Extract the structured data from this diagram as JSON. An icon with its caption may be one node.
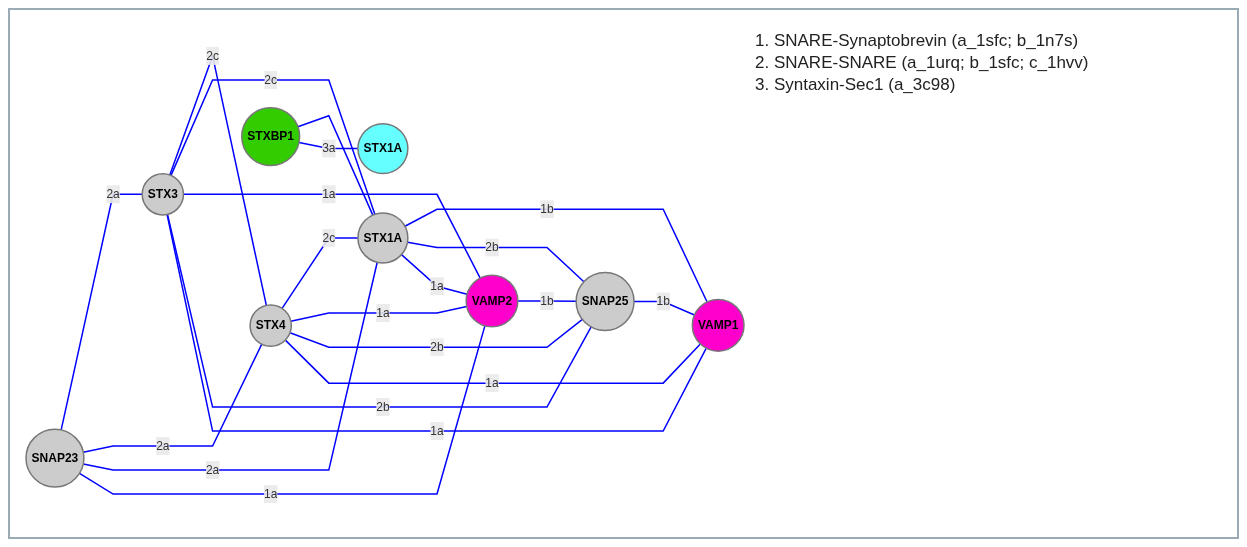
{
  "diagram": {
    "nodes": [
      {
        "text": [
          "SNAP23"
        ]
      },
      {
        "text": [
          "STX3"
        ]
      },
      {
        "text": [
          "STX4"
        ]
      },
      {
        "text": [
          "STXBP1"
        ]
      },
      {
        "text": [
          "STX1A"
        ]
      },
      {
        "text": [
          "STX1A"
        ]
      },
      {
        "text": [
          "VAMP1"
        ]
      },
      {
        "text": [
          "VAMP2"
        ]
      },
      {
        "text": [
          "SNAP25"
        ]
      }
    ],
    "edges": [
      {
        "from": 0,
        "to": 1,
        "arrow": "none",
        "label": "2a"
      },
      {
        "from": 0,
        "to": 2,
        "arrow": "none",
        "label": "2a"
      },
      {
        "from": 0,
        "to": 4,
        "arrow": "none",
        "label": "2a"
      },
      {
        "from": 0,
        "to": 7,
        "arrow": "none",
        "label": "1a"
      },
      {
        "from": 1,
        "to": 2,
        "arrow": "none",
        "label": "2c"
      },
      {
        "from": 1,
        "to": 4,
        "arrow": "none",
        "label": "2c"
      },
      {
        "from": 1,
        "to": 7,
        "arrow": "none",
        "label": "1a"
      },
      {
        "from": 1,
        "to": 8,
        "arrow": "none",
        "label": "2b"
      },
      {
        "from": 1,
        "to": 6,
        "arrow": "none",
        "label": "1a"
      },
      {
        "from": 2,
        "to": 4,
        "arrow": "none",
        "label": "2c"
      },
      {
        "from": 2,
        "to": 7,
        "arrow": "none",
        "label": "1a"
      },
      {
        "from": 2,
        "to": 8,
        "arrow": "none",
        "label": "2b"
      },
      {
        "from": 2,
        "to": 6,
        "arrow": "none",
        "label": "1a"
      },
      {
        "from": 3,
        "to": 4,
        "arrow": "none"
      },
      {
        "from": 3,
        "to": 5,
        "arrow": "none",
        "label": "3a"
      },
      {
        "from": 4,
        "to": 6,
        "arrow": "none",
        "label": "1b"
      },
      {
        "from": 4,
        "to": 8,
        "arrow": "none",
        "label": "2b"
      },
      {
        "from": 4,
        "to": 7,
        "arrow": "none",
        "label": "1a"
      },
      {
        "from": 7,
        "to": 8,
        "arrow": "none",
        "label": "1b"
      },
      {
        "from": 8,
        "to": 6,
        "arrow": "none",
        "label": "1b"
      }
    ],
    "labels": [
      "1. SNARE-Synaptobrevin (a_1sfc; b_1n7s)",
      "2. SNARE-SNARE (a_1urq; b_1sfc; c_1hvv)",
      "3. Syntaxin-Sec1 (a_3c98)"
    ]
  }
}
